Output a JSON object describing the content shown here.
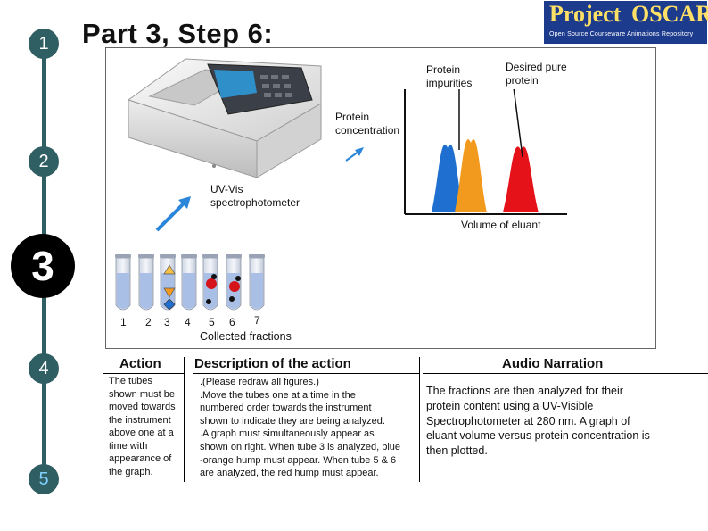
{
  "title": "Part 3, Step 6:",
  "logo": {
    "word1": "Project",
    "word2": "OSCAR",
    "subtitle": "Open Source Courseware Animations Repository"
  },
  "steps": [
    "1",
    "2",
    "3",
    "4",
    "5"
  ],
  "diagram": {
    "instrument_label": "UV-Vis spectrophotometer",
    "collected_label": "Collected fractions",
    "tube_numbers": [
      "1",
      "2",
      "3",
      "4",
      "5",
      "6",
      "7"
    ],
    "graph": {
      "ylabel": "Protein concentration",
      "xlabel": "Volume of eluant",
      "annotation_impurities": "Protein impurities",
      "annotation_desired": "Desired pure protein"
    }
  },
  "chart_data": {
    "type": "area",
    "title": "",
    "xlabel": "Volume of eluant",
    "ylabel": "Protein concentration",
    "series": [
      {
        "color": "#1e6fd0",
        "shape": "hump",
        "relative_height": 0.93
      },
      {
        "color": "#f29a1e",
        "shape": "hump",
        "relative_height": 1.0
      },
      {
        "color": "#e5121a",
        "shape": "hump",
        "relative_height": 0.9
      }
    ],
    "annotations": [
      "Protein impurities",
      "Desired pure protein"
    ],
    "grid": false
  },
  "table": {
    "headers": {
      "action": "Action",
      "description": "Description of the action",
      "audio": "Audio Narration"
    },
    "action_text": [
      "The tubes",
      "shown must be",
      "moved towards",
      "the instrument",
      "above one at a",
      "time with",
      "appearance of",
      "the graph."
    ],
    "description_text": [
      ".(Please redraw all figures.)",
      ".Move the tubes one at a time in the",
      "numbered order towards the instrument",
      "shown to indicate they are being analyzed.",
      ".A graph must simultaneously appear as",
      "shown on right. When tube 3 is analyzed, blue",
      "-orange hump must appear. When tube 5 & 6",
      "are analyzed, the red hump must appear."
    ],
    "audio_text": [
      "The fractions are then analyzed for their",
      "protein content using a UV-Visible",
      "Spectrophotometer at 280 nm. A graph of",
      "eluant volume versus protein concentration is",
      "then plotted."
    ]
  },
  "colors": {
    "rail": "#2f5e63",
    "blue_hump": "#1e6fd0",
    "orange_hump": "#f29a1e",
    "red_hump": "#e5121a",
    "arrow": "#2a86d8"
  }
}
